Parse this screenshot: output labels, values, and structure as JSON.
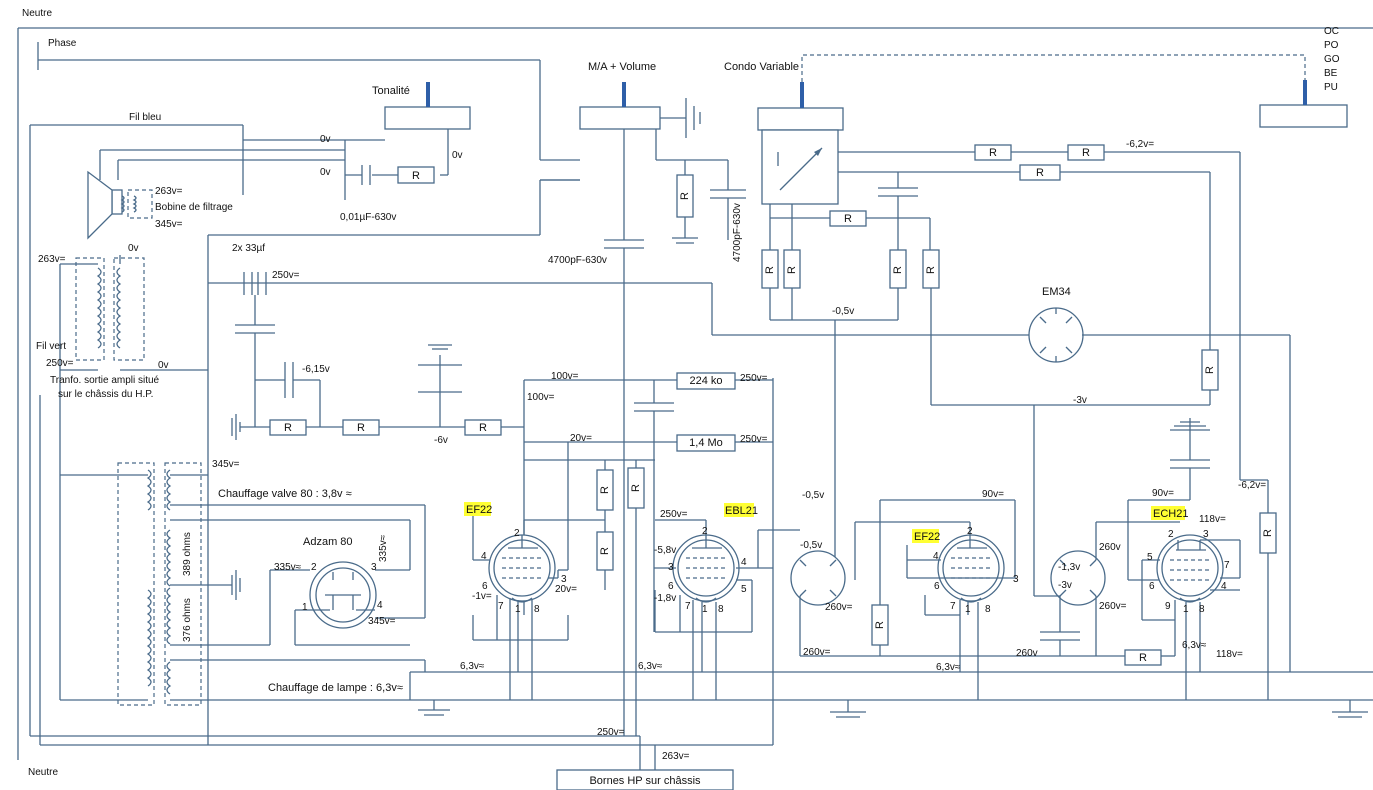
{
  "labels": {
    "neutre_top": "Neutre",
    "phase": "Phase",
    "neutre_bottom": "Neutre",
    "tonalite": "Tonalité",
    "ma_volume": "M/A + Volume",
    "condo_variable": "Condo Variable",
    "band_oc": "OC",
    "band_po": "PO",
    "band_go": "GO",
    "band_be": "BE",
    "band_pu": "PU",
    "fil_bleu": "Fil bleu",
    "fil_vert": "Fil vert",
    "bobine": "Bobine de filtrage",
    "tranfo_1": "Tranfo. sortie ampli situé",
    "tranfo_2": "sur le châssis du H.P.",
    "cap_001": "0,01µF-630v",
    "cap_4700_a": "4700pF-630v",
    "cap_4700_b": "4700pF-630v",
    "cap_2x33": "2x 33µf",
    "em34": "EM34",
    "chauffage_valve": "Chauffage valve 80 : 3,8v ≈",
    "chauffage_lampe": "Chauffage de lampe : 6,3v≈",
    "adzam": "Adzam 80",
    "ohm389": "389 ohms",
    "ohm376": "376 ohms",
    "res_224": "224 ko",
    "res_14": "1,4 Mo",
    "bornes": "Bornes HP sur châssis",
    "tube_ef22_a": "EF22",
    "tube_ebl21": "EBL21",
    "tube_ef22_b": "EF22",
    "tube_ech21": "ECH21",
    "r": "R"
  },
  "voltages": {
    "v0a": "0v",
    "v0b": "0v",
    "v0c": "0v",
    "v0d": "0v",
    "v0e": "0v",
    "v263a": "263v=",
    "v345a": "345v=",
    "v263b": "263v=",
    "v250a": "250v=",
    "v250b": "250v=",
    "v615": "-6,15v",
    "v6": "-6v",
    "v100a": "100v=",
    "v100b": "100v=",
    "v20a": "20v=",
    "v250c": "250v=",
    "v250d": "250v=",
    "v345b": "345v=",
    "v335a": "335v≈",
    "v335b": "335v≈",
    "v345c": "345v=",
    "v250e": "250v=",
    "v58": "-5,8v",
    "v18": "-1,8v",
    "v1": "-1v=",
    "v20b": "20v=",
    "v05a": "-0,5v",
    "v05b": "-0,5v",
    "v05c": "-0,5v",
    "v260a": "260v=",
    "v260b": "260v=",
    "v90a": "90v=",
    "v90b": "90v=",
    "v3a": "-3v",
    "v13": "-1,3v",
    "v3b": "-3v",
    "v260c": "260v",
    "v260d": "260v=",
    "v260e": "260v",
    "v118a": "118v=",
    "v118b": "118v=",
    "v62a": "-6,2v=",
    "v62b": "-6,2v=",
    "v63a": "6,3v≈",
    "v63b": "6,3v≈",
    "v63c": "6,3v≈",
    "v63d": "6,3v≈",
    "v250f": "250v=",
    "v263c": "263v="
  },
  "pins": {
    "p2": "2",
    "p3": "3",
    "p4": "4",
    "p5": "5",
    "p6": "6",
    "p7": "7",
    "p8": "8",
    "p1": "1",
    "p9": "9"
  }
}
